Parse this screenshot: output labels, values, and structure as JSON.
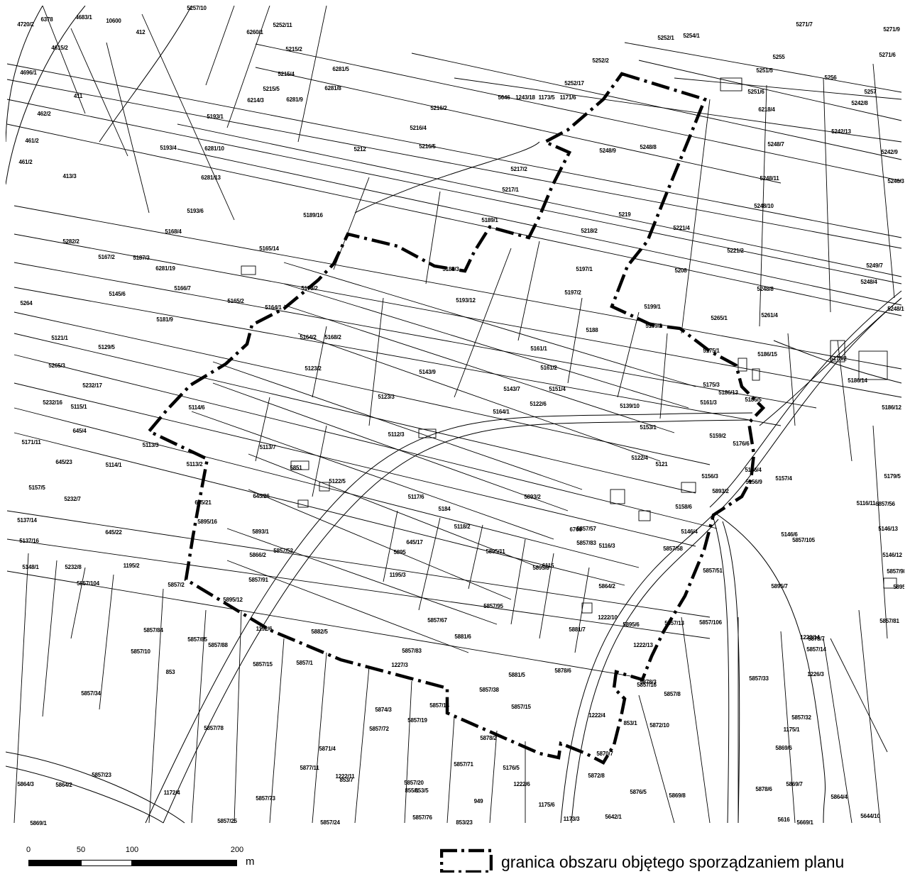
{
  "map": {
    "parcel_labels": [
      "4720/2",
      "6378",
      "4683/1",
      "10600",
      "412",
      "5257/10",
      "5252/11",
      "5271/7",
      "5271/9",
      "4615/2",
      "6260/1",
      "5215/2",
      "6281/5",
      "5252/2",
      "5252/1",
      "5254/1",
      "5255",
      "5271/6",
      "4696/1",
      "411",
      "5215/4",
      "6281/8",
      "5215/5",
      "6281/9",
      "6214/3",
      "5216/2",
      "5252/17",
      "5251/5",
      "5256",
      "5257",
      "5251/6",
      "6218/4",
      "5242/8",
      "462/2",
      "5193/1",
      "5216/4",
      "5242/13",
      "461/2",
      "6281/10",
      "5212",
      "5216/5",
      "5248/9",
      "5248/8",
      "5248/7",
      "5242/9",
      "461/2",
      "413/3",
      "5193/4",
      "6281/13",
      "5217/2",
      "5217/1",
      "5248/11",
      "5248/10",
      "5246/3",
      "5193/6",
      "5189/16",
      "5189/1",
      "5219",
      "5218/2",
      "5221/4",
      "5168/4",
      "5282/2",
      "5165/14",
      "5221/2",
      "5167/2",
      "5187/3",
      "6281/19",
      "5185/3",
      "5197/1",
      "5208",
      "5249/7",
      "5145/6",
      "5166/7",
      "5173/2",
      "5193/12",
      "5197/2",
      "5248/8",
      "5248/4",
      "5264",
      "5165/2",
      "5164/1",
      "5199/1",
      "5248/10",
      "5181/9",
      "5168/2",
      "5188",
      "5199/2",
      "5265/1",
      "5261/4",
      "5121/1",
      "5129/5",
      "5164/2",
      "5161/1",
      "5175/1",
      "5186/15",
      "5265/3",
      "5123/2",
      "5143/9",
      "5161/2",
      "5175/2",
      "5232/17",
      "5123/3",
      "5143/7",
      "5151/4",
      "5175/3",
      "5186/13",
      "5186/14",
      "5232/16",
      "5115/1",
      "5114/6",
      "5122/6",
      "5164/1",
      "5161/3",
      "5186/5",
      "5186/12",
      "645/4",
      "5113/3",
      "5112/3",
      "5139/10",
      "5153/1",
      "5159/2",
      "5176/6",
      "5171/11",
      "645/23",
      "5114/1",
      "5113/2",
      "5113/7",
      "5851",
      "5122/5",
      "5122/4",
      "5121",
      "5156/3",
      "5156/4",
      "5156/9",
      "5157/4",
      "5179/5",
      "5157/5",
      "5232/7",
      "645/26",
      "5893/2",
      "5893/2",
      "5117/6",
      "5158/6",
      "5116/11",
      "6857/56",
      "5137/14",
      "645/22",
      "645/21",
      "5895/16",
      "5893/1",
      "5184",
      "5118/2",
      "6766",
      "5857/57",
      "5857/83",
      "5146/4",
      "5146/6",
      "5146/13",
      "5137/16",
      "5857/52",
      "645/17",
      "5895/11",
      "5116/3",
      "5857/58",
      "5857/105",
      "5146/12",
      "5148/1",
      "5232/8",
      "1195/2",
      "5866/2",
      "5895",
      "5895/8",
      "6115",
      "5857/51",
      "5857/98",
      "5857/104",
      "5857/2",
      "5857/91",
      "1195/3",
      "5864/2",
      "5895/7",
      "5895/9",
      "5895/12",
      "5857/67",
      "5857/95",
      "1222/10",
      "5895/6",
      "5857/13",
      "5857/106",
      "5857/81",
      "5857/84",
      "5857/85",
      "5857/88",
      "1192/6",
      "5882/5",
      "5881/6",
      "5881/7",
      "5878/7",
      "5857/14",
      "5857/10",
      "5857/83",
      "1222/13",
      "1222/14",
      "853",
      "5857/15",
      "5857/1",
      "1227/3",
      "5881/5",
      "5878/6",
      "5878/3",
      "5857/16",
      "5857/33",
      "5857/38",
      "5857/14",
      "5857/8",
      "1226/3",
      "5857/34",
      "5874/3",
      "5857/15",
      "1222/4",
      "853/1",
      "5872/10",
      "5857/32",
      "5857/78",
      "5857/72",
      "5857/19",
      "1175/1",
      "5878/2",
      "5871/4",
      "5870/7",
      "1222/11",
      "5869/6",
      "5877/11",
      "5857/71",
      "5176/5",
      "1222/6",
      "5872/8",
      "5869/7",
      "5864/3",
      "5864/2",
      "5857/23",
      "1172/4",
      "853/7",
      "853/5",
      "855/1",
      "949",
      "5876/5",
      "5869/8",
      "5878/6",
      "5864/4",
      "5857/73",
      "5857/20",
      "1175/6",
      "1173/3",
      "5642/1",
      "5869/1",
      "5857/25",
      "5857/24",
      "5857/76",
      "853/23",
      "5616",
      "5644/10",
      "5669/1",
      "5646",
      "1243/18",
      "1173/5",
      "1171/6"
    ]
  },
  "scale_bar": {
    "ticks": [
      "0",
      "50",
      "100",
      "200"
    ],
    "unit": "m"
  },
  "legend": {
    "label": "granica obszaru objętego sporządzaniem planu"
  }
}
